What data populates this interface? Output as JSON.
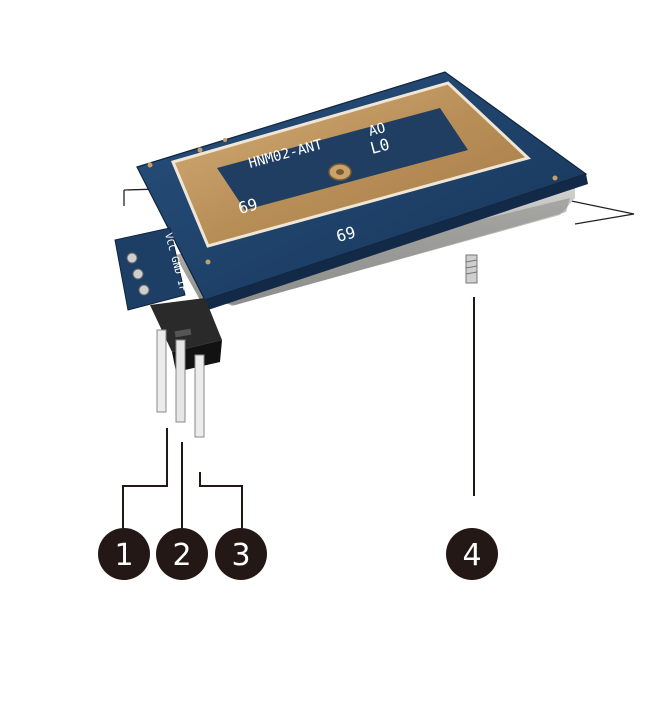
{
  "module": {
    "antenna_label": "HNM02-ANT",
    "antenna_code_a": "AO",
    "antenna_code_b": "L0",
    "board_number_1": "69",
    "board_number_2": "69",
    "pin_header_label": "VCC GND IF",
    "colors": {
      "pcb": "#1d3f66",
      "copper": "#c29a63",
      "shield": "#b9bab7",
      "header": "#2a2a2a",
      "pin": "#e6e6e6"
    }
  },
  "callouts": [
    {
      "id": "1",
      "label": "1"
    },
    {
      "id": "2",
      "label": "2"
    },
    {
      "id": "3",
      "label": "3"
    },
    {
      "id": "4",
      "label": "4"
    }
  ],
  "callout_color": "#231815"
}
